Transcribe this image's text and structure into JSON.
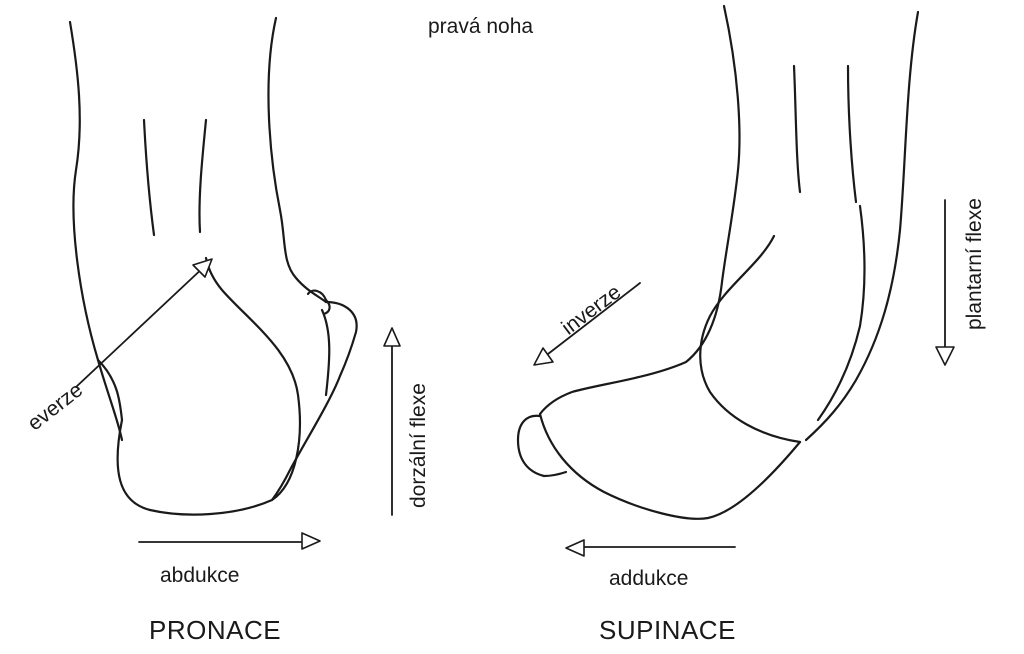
{
  "title": "pravá noha",
  "left": {
    "caption": "PRONACE",
    "labels": {
      "everze": "everze",
      "dorzalni_flexe": "dorzální flexe",
      "abdukce": "abdukce"
    }
  },
  "right": {
    "caption": "SUPINACE",
    "labels": {
      "inverze": "inverze",
      "plantarni_flexe": "plantarní flexe",
      "addukce": "addukce"
    }
  }
}
